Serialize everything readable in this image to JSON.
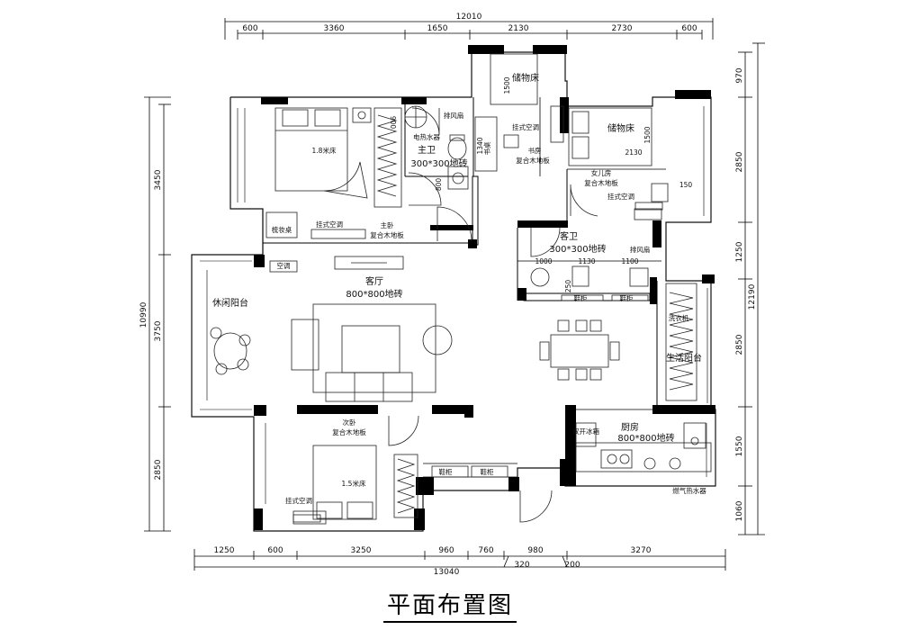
{
  "title": "平面布置图",
  "dims": {
    "top_total": "12010",
    "top": [
      "600",
      "3360",
      "1650",
      "2130",
      "2730",
      "600"
    ],
    "bottom_total": "13040",
    "bottom": [
      "1250",
      "600",
      "3250",
      "960",
      "760",
      "980",
      "3270"
    ],
    "bottom_extra": [
      "320",
      "200"
    ],
    "left_total": "10990",
    "left": [
      "3450",
      "3750",
      "2850"
    ],
    "right_total": "12190",
    "right": [
      "970",
      "2850",
      "1250",
      "2850",
      "1550",
      "1060"
    ]
  },
  "rooms": {
    "master_bed": "1.8米床",
    "master_bath": "主卫",
    "master_bath_tile": "300*300地砖",
    "storage_1": "储物床",
    "storage_2": "储物床",
    "study": "书房",
    "study_floor": "复合木地板",
    "daughter": "女儿房",
    "daughter_floor": "复合木地板",
    "master_bedroom": "主卧",
    "master_floor": "复合木地板",
    "living": "客厅",
    "living_tile": "800*800地砖",
    "leisure_balcony": "休闲阳台",
    "guest_bath": "客卫",
    "guest_bath_tile": "300*300地砖",
    "life_balcony": "生活阳台",
    "kitchen": "厨房",
    "kitchen_tile": "800*800地砖",
    "second_bed": "次卧",
    "second_floor": "复合木地板",
    "second_bed_size": "1.5米床"
  },
  "labels": {
    "water_heater": "电热水器",
    "exhaust_fan_1": "排风扇",
    "exhaust_fan_2": "排风扇",
    "ac_1": "挂式空调",
    "ac_2": "挂式空调",
    "ac_3": "挂式空调",
    "ac_4": "挂式空调",
    "ac_unit": "空调",
    "dresser": "梳妆桌",
    "desk": "书桌",
    "shoe_cab_1": "鞋柜",
    "shoe_cab_2": "鞋柜",
    "shoe_cab_3": "鞋柜",
    "shoe_cab_4": "鞋柜",
    "washer": "洗衣机",
    "fridge": "双开冰箱",
    "gas_heater": "燃气热水器",
    "d900": "900",
    "d800": "800",
    "d1500a": "1500",
    "d1500b": "1500",
    "d1340": "1340",
    "d2130": "2130",
    "d150": "150",
    "d1000": "1000",
    "d1130": "1130",
    "d1100": "1100",
    "d250": "250"
  }
}
